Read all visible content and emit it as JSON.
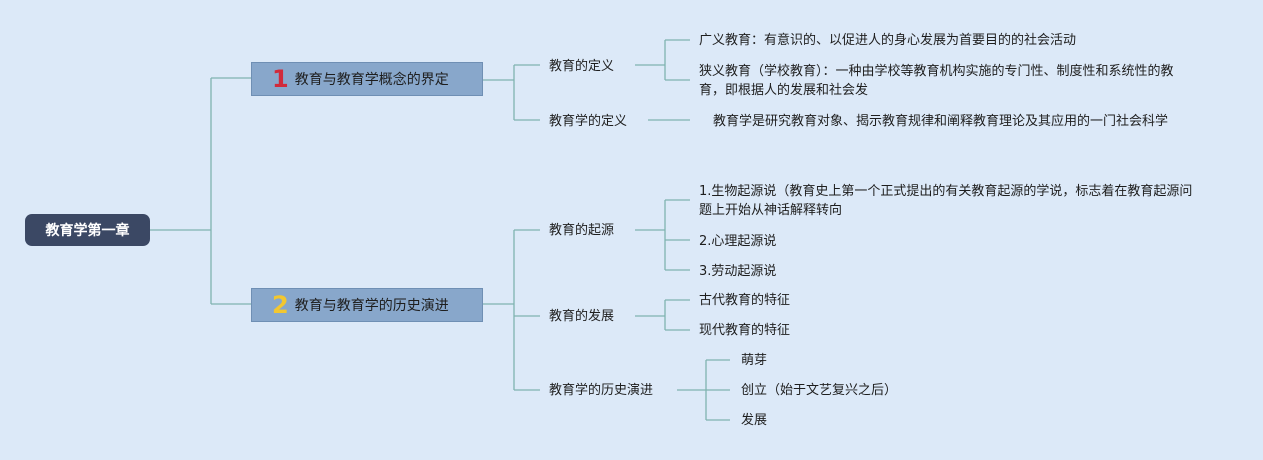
{
  "root": {
    "label": "教育学第一章"
  },
  "section1": {
    "number": "1",
    "label": "教育与教育学概念的界定",
    "number_color": "#d12a3b",
    "edu_def": {
      "label": "教育的定义",
      "broad": "广义教育：有意识的、以促进人的身心发展为首要目的的社会活动",
      "narrow": "狭义教育（学校教育）：一种由学校等教育机构实施的专门性、制度性和系统性的教育，即根据人的发展和社会发"
    },
    "pedagogy_def": {
      "label": "教育学的定义",
      "text": "教育学是研究教育对象、揭示教育规律和阐释教育理论及其应用的一门社会科学"
    }
  },
  "section2": {
    "number": "2",
    "label": "教育与教育学的历史演进",
    "number_color": "#f3c730",
    "origin": {
      "label": "教育的起源",
      "items": [
        "1.生物起源说（教育史上第一个正式提出的有关教育起源的学说，标志着在教育起源问题上开始从神话解释转向",
        "2.心理起源说",
        "3.劳动起源说"
      ]
    },
    "development": {
      "label": "教育的发展",
      "items": [
        "古代教育的特征",
        "现代教育的特征"
      ]
    },
    "history": {
      "label": "教育学的历史演进",
      "items": [
        "萌芽",
        "创立（始于文艺复兴之后）",
        "发展"
      ]
    }
  },
  "colors": {
    "background": "#dce9f8",
    "line": "#7fb3b0",
    "root": "#3b4864",
    "branch": "#88a7cb"
  }
}
